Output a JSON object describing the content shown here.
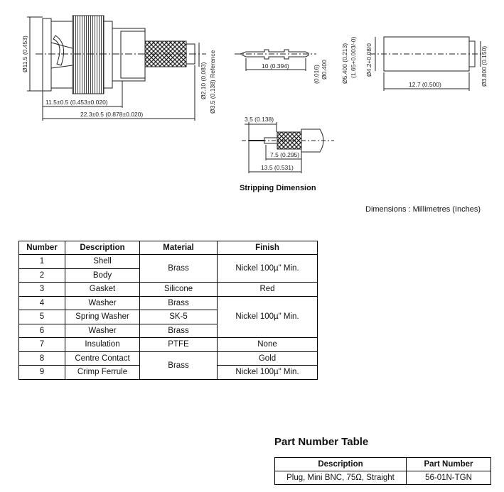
{
  "drawings": {
    "connector": {
      "dia_body": "Ø11.5 (0.453)",
      "dia_ferrule": "Ø2.10 (0.083)",
      "dia_ref": "Ø3.5 (0.138) Reference",
      "len_short": "11.5±0.5 (0.453±0.020)",
      "len_total": "22.3±0.5 (0.878±0.020)"
    },
    "pin": {
      "length": "10 (0.394)",
      "dia": "(0.016)",
      "dia2": "Ø0.400"
    },
    "ferrule": {
      "dia_outer": "Ø5.400 (0.213)",
      "dia_tol": "(1.65+0.003/-0)",
      "dia_inner": "Ø4.2+0.08/0",
      "length": "12.7 (0.500)",
      "dia_right": "Ø3.800 (0.150)"
    },
    "stripping": {
      "d1": "3.5 (0.138)",
      "d2": "7.5 (0.295)",
      "d3": "13.5 (0.531)",
      "caption": "Stripping Dimension"
    },
    "units_note": "Dimensions : Millimetres (Inches)"
  },
  "spec_table": {
    "headers": [
      "Number",
      "Description",
      "Material",
      "Finish"
    ],
    "rows": [
      {
        "number": "1",
        "description": "Shell"
      },
      {
        "number": "2",
        "description": "Body"
      },
      {
        "number": "3",
        "description": "Gasket"
      },
      {
        "number": "4",
        "description": "Washer"
      },
      {
        "number": "5",
        "description": "Spring Washer"
      },
      {
        "number": "6",
        "description": "Washer"
      },
      {
        "number": "7",
        "description": "Insulation"
      },
      {
        "number": "8",
        "description": "Centre Contact"
      },
      {
        "number": "9",
        "description": "Crimp Ferrule"
      }
    ],
    "materials": {
      "m1_2": "Brass",
      "m3": "Silicone",
      "m4": "Brass",
      "m5": "SK-5",
      "m6": "Brass",
      "m7": "PTFE",
      "m8_9": "Brass"
    },
    "finishes": {
      "f1_2": "Nickel 100µ\" Min.",
      "f3": "Red",
      "f4_6": "Nickel 100µ\" Min.",
      "f7": "None",
      "f8": "Gold",
      "f9": "Nickel 100µ\" Min."
    }
  },
  "part_number_table": {
    "title": "Part Number Table",
    "headers": [
      "Description",
      "Part Number"
    ],
    "row": {
      "description": "Plug, Mini BNC, 75Ω, Straight",
      "part_number": "56-01N-TGN"
    }
  }
}
